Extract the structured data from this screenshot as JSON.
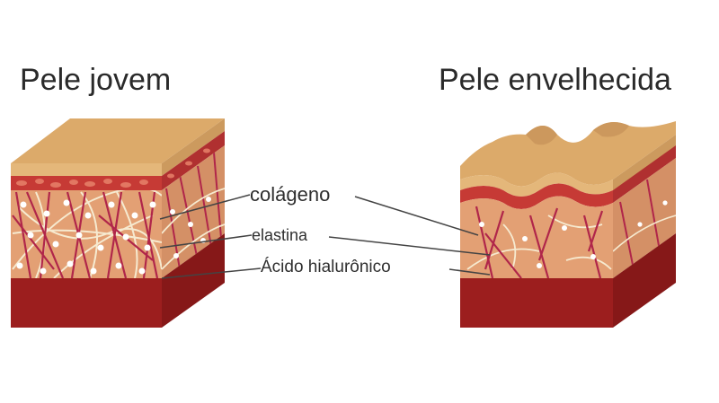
{
  "titles": {
    "young": "Pele jovem",
    "aged": "Pele envelhecida"
  },
  "labels": {
    "collagen": "colágeno",
    "elastin": "elastina",
    "hyaluronic_acid": "Ácido hialurônico"
  },
  "colors": {
    "epidermis": "#e2b26f",
    "epidermis_top": "#dcaa6a",
    "red_band": "#c63a35",
    "dermis": "#e3a074",
    "collagen_fiber": "#b0264a",
    "elastin_fiber": "#f6ead0",
    "hyaluronic_drop": "#ffffff",
    "hypodermis": "#9c1e1e",
    "pointer_line": "#444444"
  }
}
